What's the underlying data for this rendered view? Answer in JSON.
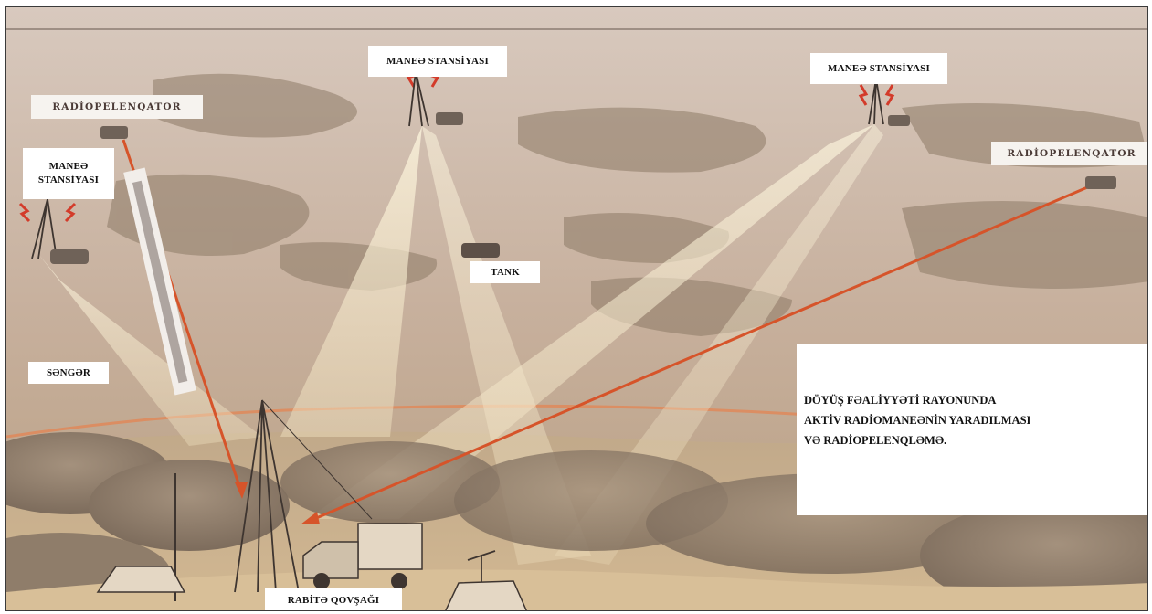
{
  "labels": {
    "jammer_station_center": "MANEƏ STANSİYASI",
    "jammer_station_right": "MANEƏ STANSİYASI",
    "direction_finder_left": "RADİOPELENQATOR",
    "direction_finder_right": "RADİOPELENQATOR",
    "jammer_station_left_line1": "MANEƏ",
    "jammer_station_left_line2": "STANSİYASI",
    "tank": "TANK",
    "trench": "SƏNGƏR",
    "comm_hub": "RABİTƏ QOVŞAĞI"
  },
  "caption": {
    "line1": "DÖYÜŞ FƏALİYYƏTİ RAYONUNDA",
    "line2": "AKTİV RADİOMANEƏNİN YARADILMASI",
    "line3": "VƏ RADİOPELENQLƏMƏ."
  },
  "colors": {
    "sky": "#c9b5a6",
    "terrain": "#b9a383",
    "beam": "#f5ead0",
    "red_line": "#d6542a",
    "label_bg": "#ffffff"
  }
}
